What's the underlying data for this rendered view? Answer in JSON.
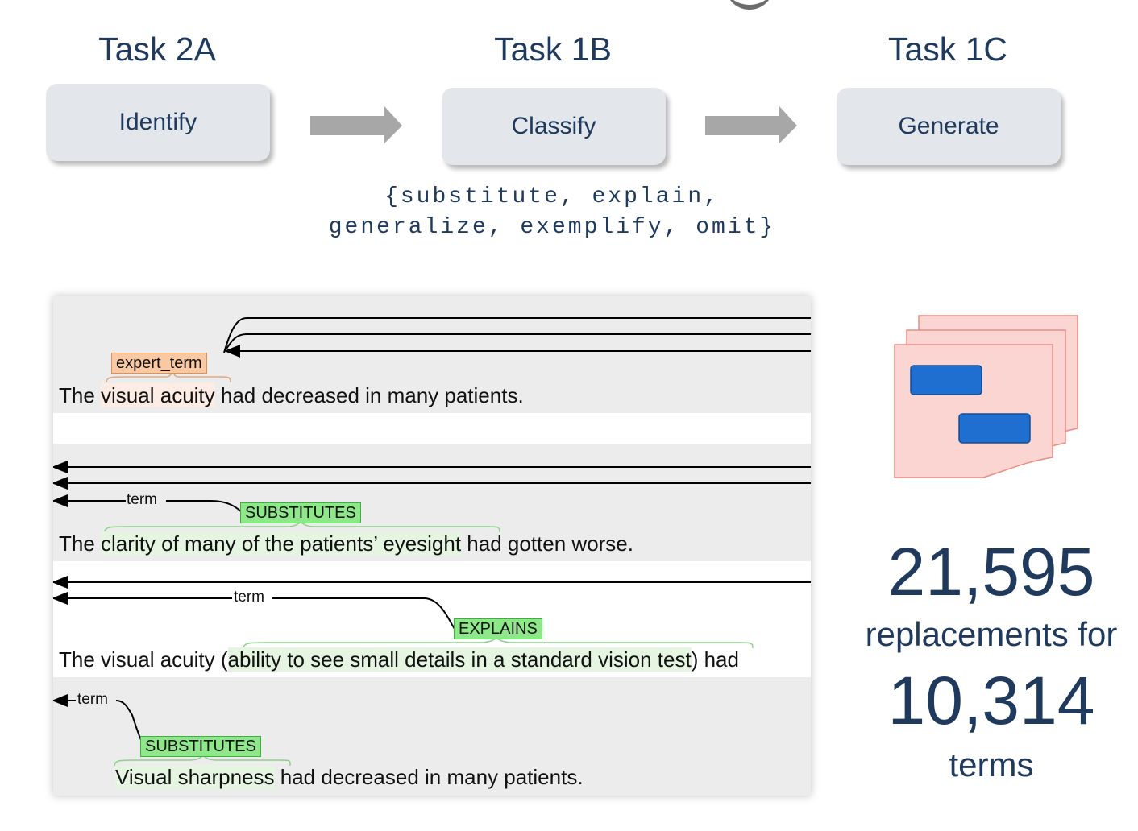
{
  "pipeline": {
    "tasks": [
      {
        "title": "Task 2A",
        "label": "Identify"
      },
      {
        "title": "Task 1B",
        "label": "Classify"
      },
      {
        "title": "Task 1C",
        "label": "Generate"
      }
    ],
    "classes_line1": "{substitute, explain,",
    "classes_line2": "generalize, exemplify, omit}"
  },
  "panel": {
    "example1": {
      "tag": "expert_term",
      "before": "The ",
      "term": "visual acuity",
      "after": " had decreased in many patients."
    },
    "example2": {
      "arc_label": "term",
      "tag": "SUBSTITUTES",
      "before": "The ",
      "span": "clarity of many of the patients’ eyesight",
      "after": " had gotten worse."
    },
    "example3": {
      "arc_label": "term",
      "tag": "EXPLAINS",
      "before": "The visual acuity (",
      "span": "ability to see small details in a standard vision test",
      "after": ") had"
    },
    "example4": {
      "arc_label": "term",
      "tag": "SUBSTITUTES",
      "span": "Visual sharpness",
      "after": " had decreased in many patients."
    }
  },
  "stats": {
    "replacements_count": "21,595",
    "replacements_label": "replacements for",
    "terms_count": "10,314",
    "terms_label": "terms"
  },
  "colors": {
    "navy": "#1f3a5c",
    "task_box": "#e3e7ec",
    "arrow_gray": "#a7a7a7",
    "orange_tag": "#fbc9a1",
    "green_tag": "#8ee88a",
    "doc_pink": "#fbd5d2",
    "doc_blue_block": "#1f6fd1"
  }
}
